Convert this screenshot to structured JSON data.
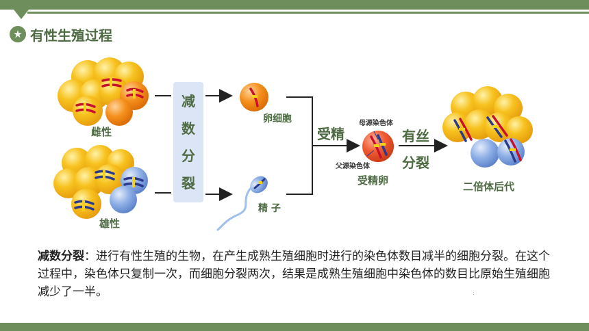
{
  "header": {
    "title": "有性生殖过程"
  },
  "diagram": {
    "female_label": "雌性",
    "male_label": "雄性",
    "meiosis_box_chars": [
      "减",
      "数",
      "分",
      "裂"
    ],
    "egg_label": "卵细胞",
    "sperm_label": "精 子",
    "fertilization_label": "受精",
    "zygote_label": "受精卵",
    "maternal_chromosome": "母源染色体",
    "paternal_chromosome": "父源染色体",
    "mitosis_line1": "有丝",
    "mitosis_line2": "分裂",
    "offspring_label": "二倍体后代",
    "colors": {
      "accent": "#6e8e5c",
      "box_fill": "#dce5f5",
      "orange": "#f08a1c",
      "yellow": "#f7c21f",
      "blue": "#7ea3e0"
    }
  },
  "description": {
    "term": "减数分裂",
    "body": "：进行有性生殖的生物，在产生成熟生殖细胞时进行的染色体数目减半的细胞分裂。在这个过程中，染色体只复制一次，而细胞分裂两次，结果是成熟生殖细胞中染色体的数目比原始生殖细胞减少了一半。"
  },
  "footer": {
    "mark": ":"
  }
}
